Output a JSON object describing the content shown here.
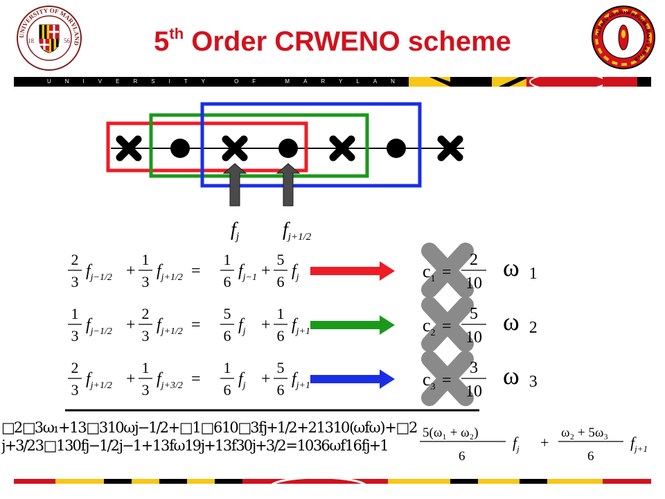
{
  "header": {
    "title_main": "5",
    "title_sup": "th",
    "title_rest": " Order CRWENO scheme",
    "band_text": "UNIVERSITY OF MARYLAND",
    "logo_left_text": "UNIVERSITY OF MARYLAND",
    "logo_left_years": [
      "18",
      "56"
    ],
    "logo_right_text": "ALFRED GESSOW ROTORCRAFT CENTER"
  },
  "colors": {
    "title": "#d1121d",
    "stencil_red": "#ee1c25",
    "stencil_green": "#1a9a1a",
    "stencil_blue": "#1a2ee6",
    "arrow_grey": "#4a4a4a",
    "md_red": "#d1121d",
    "md_gold": "#f7c617",
    "md_black": "#000000"
  },
  "stencil": {
    "nodes": [
      "cross-icon",
      "dot-icon",
      "cross-icon",
      "dot-icon",
      "cross-icon",
      "dot-icon",
      "cross-icon"
    ],
    "labels": {
      "f": "f",
      "sub_j": "j",
      "sub_j_half": "j+1/2"
    }
  },
  "equations": [
    {
      "lhs": [
        {
          "num": "2",
          "den": "3",
          "f": "f",
          "sub": "j−1/2"
        },
        {
          "op": "+",
          "num": "1",
          "den": "3",
          "f": "f",
          "sub": "j+1/2"
        }
      ],
      "rhs": [
        {
          "num": "1",
          "den": "6",
          "f": "f",
          "sub": "j−1"
        },
        {
          "op": "+",
          "num": "5",
          "den": "6",
          "f": "f",
          "sub": "j"
        }
      ],
      "c_label": "c",
      "c_sub": "1",
      "c_num": "2",
      "c_den": "10",
      "w": "ω",
      "w_sub": "1",
      "arrow_color": "#ee1c25"
    },
    {
      "lhs": [
        {
          "num": "1",
          "den": "3",
          "f": "f",
          "sub": "j−1/2"
        },
        {
          "op": "+",
          "num": "2",
          "den": "3",
          "f": "f",
          "sub": "j+1/2"
        }
      ],
      "rhs": [
        {
          "num": "5",
          "den": "6",
          "f": "f",
          "sub": "j"
        },
        {
          "op": "+",
          "num": "1",
          "den": "6",
          "f": "f",
          "sub": "j+1"
        }
      ],
      "c_label": "c",
      "c_sub": "2",
      "c_num": "5",
      "c_den": "10",
      "w": "ω",
      "w_sub": "2",
      "arrow_color": "#1a9a1a"
    },
    {
      "lhs": [
        {
          "num": "2",
          "den": "3",
          "f": "f",
          "sub": "j+1/2"
        },
        {
          "op": "+",
          "num": "1",
          "den": "3",
          "f": "f",
          "sub": "j+3/2"
        }
      ],
      "rhs": [
        {
          "num": "1",
          "den": "6",
          "f": "f",
          "sub": "j"
        },
        {
          "op": "+",
          "num": "5",
          "den": "6",
          "f": "f",
          "sub": "j+1"
        }
      ],
      "c_label": "c",
      "c_sub": "3",
      "c_num": "3",
      "c_den": "10",
      "w": "ω",
      "w_sub": "3",
      "arrow_color": "#1a2ee6"
    }
  ],
  "eq_equals": "=",
  "combined": {
    "garbled": "□2 □3 ω₁ + 1 3 □ 3 10 ω j−1/2 + □ 1 □ 6 10 □3 f j+1/2 + 2 1 3 10 (ω f ω ) + □ 2 j+3/2 3 □ 1 30 f j−1/2 j−1 + 1 3 f ω 19 j+1 3 f 30 j+3/2 = 10 36 ω f 1 6 f j+1",
    "term1_num": "5(ω₁ + ω₂)",
    "term1_den": "6",
    "term1_f": "f",
    "term1_sub": "j",
    "plus": "+",
    "term2_num": "ω₂ + 5ω₃",
    "term2_den": "6",
    "term2_f": "f",
    "term2_sub": "j+1"
  }
}
